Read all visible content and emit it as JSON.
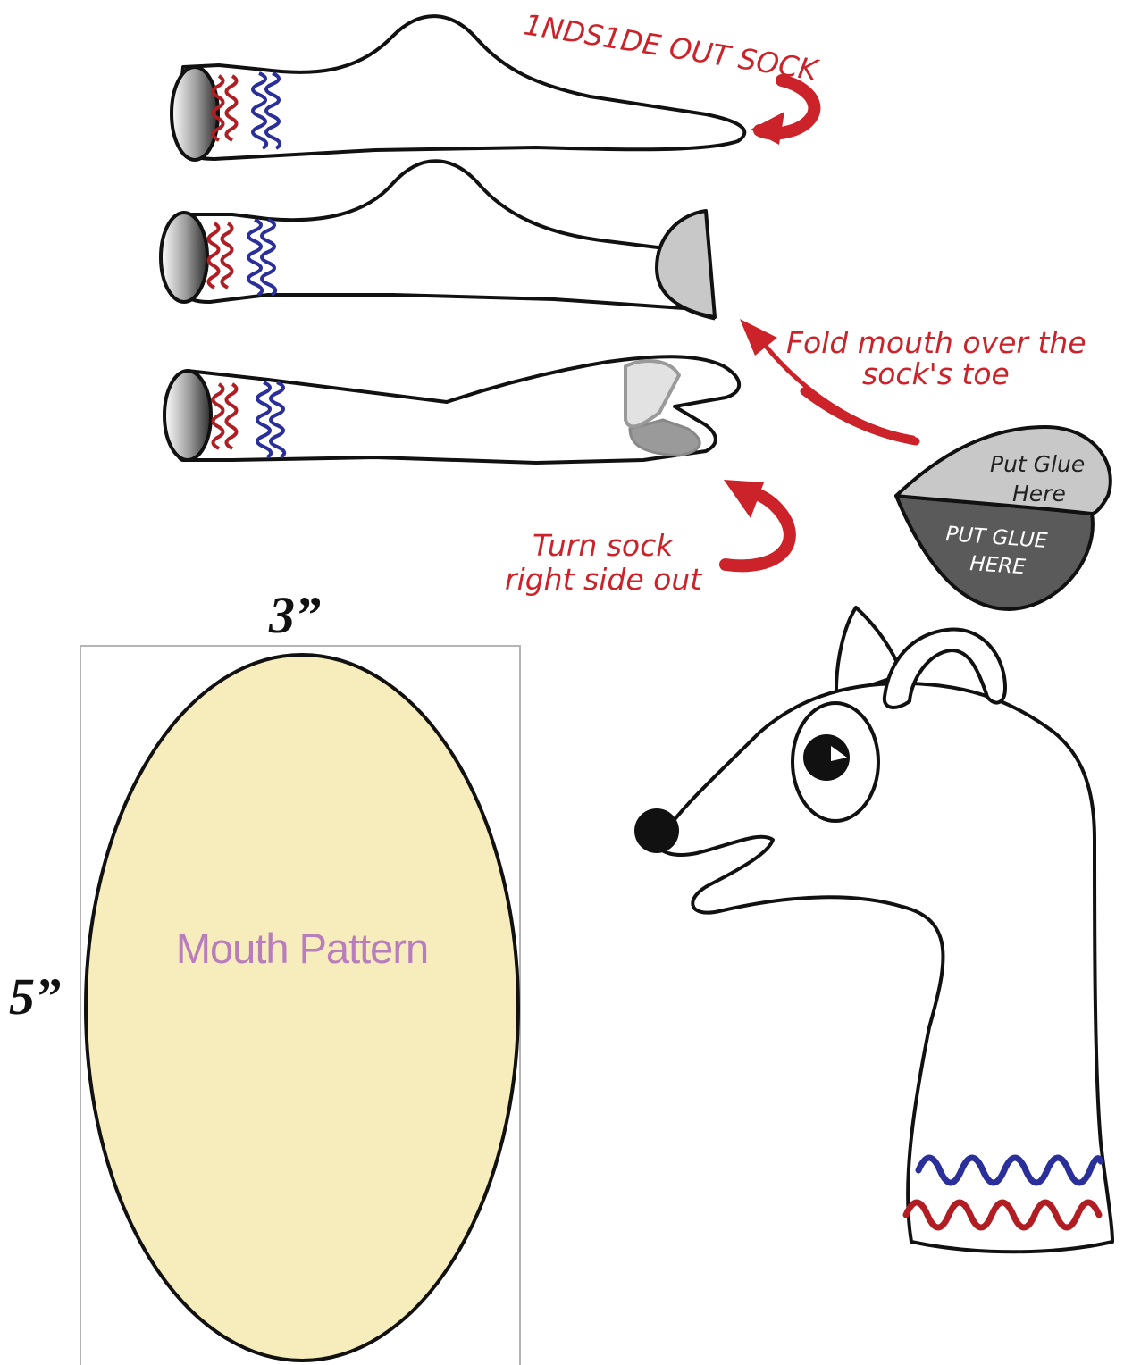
{
  "labels": {
    "inside_out": "1NDS1DE OUT SOCK",
    "fold_line1": "Fold mouth over the",
    "fold_line2": "sock's toe",
    "turn_line1": "Turn sock",
    "turn_line2": "right side out",
    "glue_top_line1": "Put Glue",
    "glue_top_line2": "Here",
    "glue_bottom_line1": "PUT GLUE",
    "glue_bottom_line2": "HERE",
    "width_dim": "3”",
    "height_dim": "5”",
    "pattern": "Mouth Pattern"
  },
  "colors": {
    "annotation_red": "#cc2229",
    "stripe_red": "#b01e23",
    "stripe_blue": "#2a2f9a",
    "pattern_fill": "#f7ecbb",
    "pattern_text": "#b77dbd",
    "mouth_light": "#c8c8c8",
    "mouth_dark": "#5c5c5c",
    "outline": "#111111"
  },
  "icons": {
    "arrow_1": "curved-arrow-icon",
    "arrow_2": "curved-arrow-icon",
    "arrow_3": "curved-arrow-icon"
  }
}
